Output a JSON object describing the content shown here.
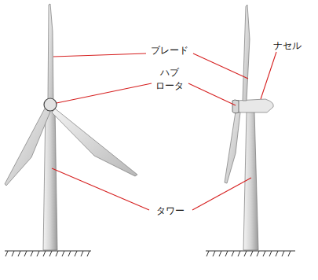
{
  "diagram": {
    "labels": [
      "ブレード",
      "ハブ",
      "ロータ",
      "ナセル",
      "タワー"
    ]
  }
}
